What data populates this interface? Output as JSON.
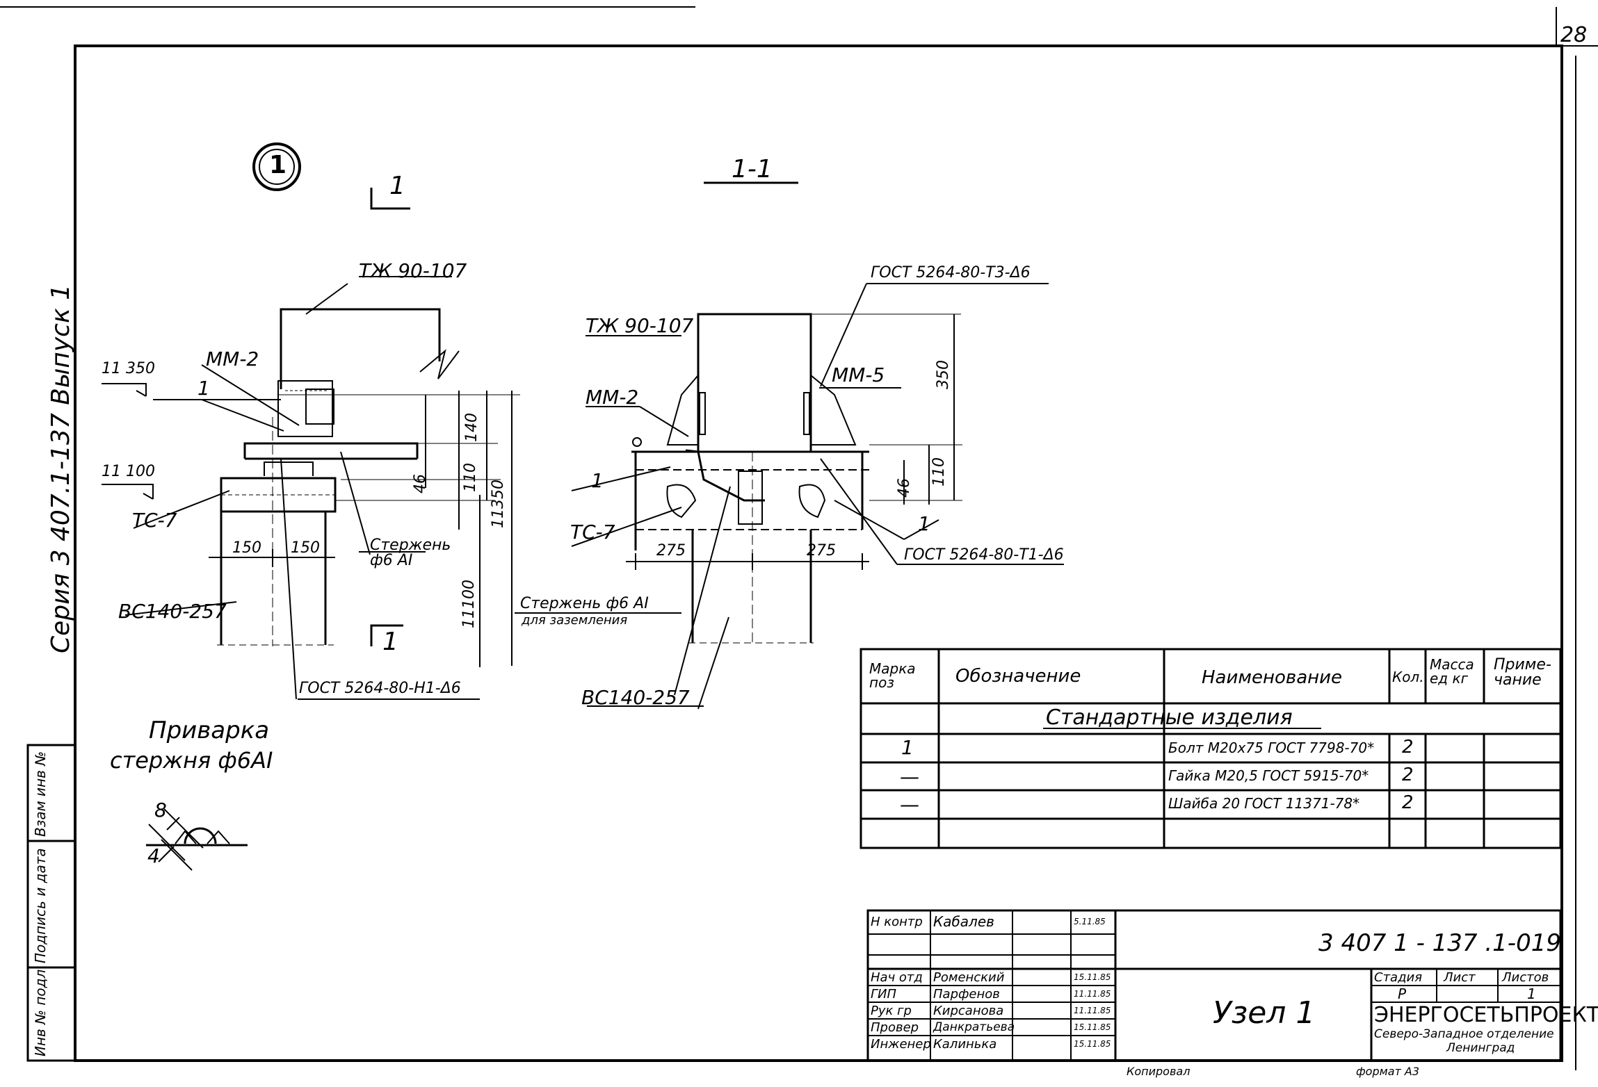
{
  "sheet_number": "28",
  "side_label": "Серия 3 407.1-137 Выпуск 1",
  "node_marker": "1",
  "section_mark": "1",
  "section_title": "1-1",
  "left_view": {
    "beam": "ТЖ 90-107",
    "plate": "ММ-2",
    "level_top": "11 350",
    "level_bottom": "11 100",
    "tie": "ТС-7",
    "post": "ВС140-257",
    "rod": "Стержень ф6 АI",
    "gost_h1": "ГОСТ 5264-80-Н1-Δ6",
    "cut_mark": "1",
    "dims": {
      "d150a": "150",
      "d150b": "150",
      "d140": "140",
      "d46": "46",
      "d110": "110",
      "d11350": "11350",
      "d11100": "11100"
    }
  },
  "right_view": {
    "beam": "ТЖ 90-107",
    "plate_left": "ММ-2",
    "plate_right": "ММ-5",
    "gost_t3": "ГОСТ 5264-80-Т3-Δ6",
    "gost_t1": "ГОСТ 5264-80-Т1-Δ6",
    "tie": "ТС-7",
    "post": "ВС140-257",
    "rod": "Стержень ф6 АI",
    "rod_note": "для заземления",
    "pos1": "1",
    "pos1b": "1",
    "dims": {
      "d275a": "275",
      "d275b": "275",
      "d350": "350",
      "d110": "110",
      "d46": "46"
    }
  },
  "weld_detail": {
    "title_line1": "Приварка",
    "title_line2": "стержня ф6АI",
    "dim8": "8",
    "dim4": "4"
  },
  "spec_table": {
    "headers": [
      "Марка поз",
      "Обозначение",
      "Наименование",
      "Кол.",
      "Масса ед кг",
      "Приме-чание"
    ],
    "section": "Стандартные изделия",
    "rows": [
      {
        "pos": "1",
        "name": "Болт М20х75 ГОСТ 7798-70*",
        "qty": "2"
      },
      {
        "pos": "—",
        "name": "Гайка М20,5 ГОСТ 5915-70*",
        "qty": "2"
      },
      {
        "pos": "—",
        "name": "Шайба 20 ГОСТ 11371-78*",
        "qty": "2"
      }
    ]
  },
  "title_block": {
    "code": "3 407 1 - 137 .1-019",
    "title": "Узел 1",
    "stage_h": "Стадия",
    "sheet_h": "Лист",
    "sheets_h": "Листов",
    "stage": "Р",
    "sheets": "1",
    "org1": "ЭНЕРГОСЕТЬПРОЕКТ",
    "org2": "Северо-Западное отделение",
    "org3": "Ленинград",
    "roles": [
      {
        "role": "Н контр",
        "name": "Кабалев",
        "date": "5.11.85"
      },
      {
        "role": "Нач отд",
        "name": "Роменский",
        "date": "15.11.85"
      },
      {
        "role": "ГИП",
        "name": "Парфенов",
        "date": "11.11.85"
      },
      {
        "role": "Рук гр",
        "name": "Кирсанова",
        "date": "11.11.85"
      },
      {
        "role": "Провер",
        "name": "Данкратьева",
        "date": "15.11.85"
      },
      {
        "role": "Инженер",
        "name": "Калинька",
        "date": "15.11.85"
      }
    ],
    "copied": "Копировал",
    "format": "формат А3"
  },
  "margin_labels": [
    "Инв № подл",
    "Подпись и дата",
    "Взам инв №"
  ]
}
